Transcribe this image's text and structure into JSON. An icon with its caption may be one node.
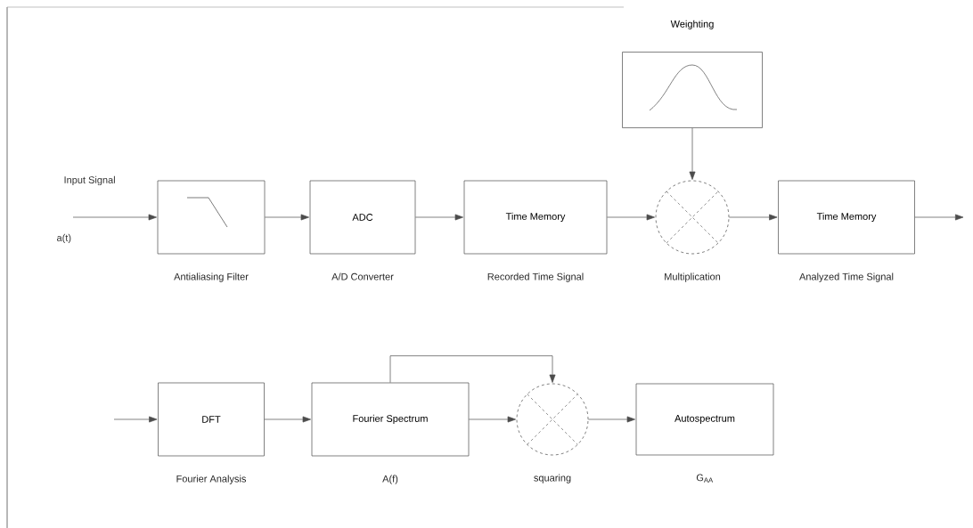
{
  "diagram": {
    "nodes": [
      {
        "text": [],
        "shape": "picture",
        "beside": [
          "Antialiasing Filter"
        ]
      },
      {
        "text": [
          "ADC"
        ],
        "beside": [
          "A/D Converter"
        ]
      },
      {
        "text": [
          "Time Memory"
        ],
        "beside": [
          "Recorded Time Signal"
        ]
      },
      {
        "text": [
          "Weighting"
        ]
      },
      {
        "text": [],
        "shape": "circle",
        "beside": [
          "Multiplication"
        ]
      },
      {
        "text": [
          "Time Memory"
        ],
        "beside": [
          "Analyzed Time Signal"
        ]
      },
      {
        "text": [
          "DFT"
        ],
        "beside": [
          "Fourier Analysis"
        ]
      },
      {
        "text": [
          "Fourier Spectrum"
        ],
        "beside": [
          "A(f)"
        ]
      },
      {
        "text": [],
        "shape": "circle",
        "beside": [
          "squaring"
        ]
      },
      {
        "text": [
          "Autospectrum"
        ],
        "beside": [
          "G$_{AA}$"
        ]
      }
    ],
    "edges": [
      {
        "from": null,
        "to": 0,
        "arrow": "to"
      },
      {
        "from": 0,
        "to": 1,
        "arrow": "to"
      },
      {
        "from": 1,
        "to": 2,
        "arrow": "to"
      },
      {
        "from": 2,
        "to": 4,
        "arrow": "to"
      },
      {
        "from": 3,
        "to": 4,
        "arrow": "to"
      },
      {
        "from": 4,
        "to": 5,
        "arrow": "to"
      },
      {
        "from": 5,
        "to": null,
        "arrow": "to"
      },
      {
        "from": null,
        "to": 6,
        "arrow": "to"
      },
      {
        "from": 6,
        "to": 7,
        "arrow": "to"
      },
      {
        "from": 7,
        "to": 8,
        "arrow": "to"
      },
      {
        "from": 7,
        "to": 8,
        "arrow": "to"
      },
      {
        "from": 8,
        "to": 9,
        "arrow": "to"
      }
    ],
    "labels": [
      "Input Signal",
      "a(t)"
    ]
  }
}
